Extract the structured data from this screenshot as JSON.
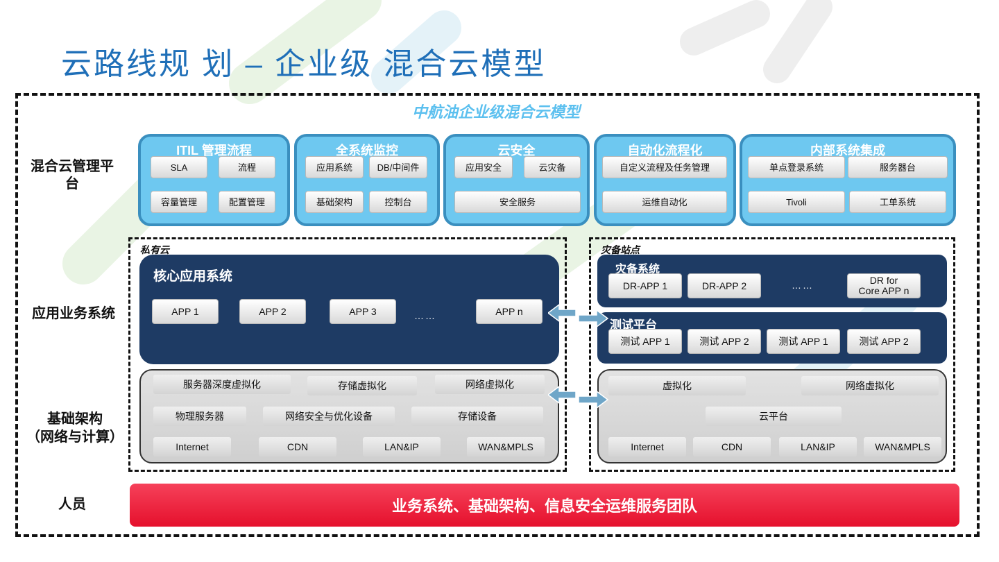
{
  "title": "云路线规 划 – 企业级 混合云模型",
  "subtitle": "中航油企业级混合云模型",
  "row_labels": {
    "management": "混合云管理平台",
    "applications": "应用业务系统",
    "infra_line1": "基础架构",
    "infra_line2": "（网络与计算）",
    "people": "人员"
  },
  "management": [
    {
      "title": "ITIL 管理流程",
      "items": [
        "SLA",
        "流程",
        "容量管理",
        "配置管理"
      ]
    },
    {
      "title": "全系统监控",
      "items": [
        "应用系统",
        "DB/中间件",
        "基础架构",
        "控制台"
      ]
    },
    {
      "title": "云安全",
      "items": [
        "应用安全",
        "云灾备",
        "安全服务"
      ]
    },
    {
      "title": "自动化流程化",
      "items": [
        "自定义流程及任务管理",
        "运维自动化"
      ]
    },
    {
      "title": "内部系统集成",
      "items": [
        "单点登录系统",
        "服务器台",
        "Tivoli",
        "工单系统"
      ]
    }
  ],
  "private_cloud": {
    "label": "私有云",
    "core": {
      "title": "核心应用系统",
      "apps": [
        "APP 1",
        "APP 2",
        "APP 3",
        "APP n"
      ],
      "ellipsis": "……"
    },
    "infra": {
      "row1": [
        "服务器深度虚拟化",
        "存储虚拟化",
        "网络虚拟化"
      ],
      "row2": [
        "物理服务器",
        "网络安全与优化设备",
        "存储设备"
      ],
      "row3": [
        "Internet",
        "CDN",
        "LAN&IP",
        "WAN&MPLS"
      ]
    }
  },
  "dr_site": {
    "label": "灾备站点",
    "dr": {
      "title": "灾备系统",
      "apps": [
        "DR-APP 1",
        "DR-APP 2",
        "DR for",
        "Core APP n"
      ],
      "ellipsis": "……"
    },
    "test": {
      "title": "测试平台",
      "apps": [
        "测试 APP 1",
        "测试 APP 2",
        "测试 APP 1",
        "测试 APP 2"
      ]
    },
    "infra": {
      "row1": [
        "虚拟化",
        "网络虚拟化"
      ],
      "row2": [
        "云平台"
      ],
      "row3": [
        "Internet",
        "CDN",
        "LAN&IP",
        "WAN&MPLS"
      ]
    }
  },
  "people_bar": "业务系统、基础架构、信息安全运维服务团队",
  "colors": {
    "title": "#1f6fb8",
    "subtitle": "#5cc0ef",
    "mgmt_fill": "#6ec8f0",
    "navy": "#1e3b64",
    "red": "#e5102c",
    "arrow": "#6fa6c8"
  }
}
